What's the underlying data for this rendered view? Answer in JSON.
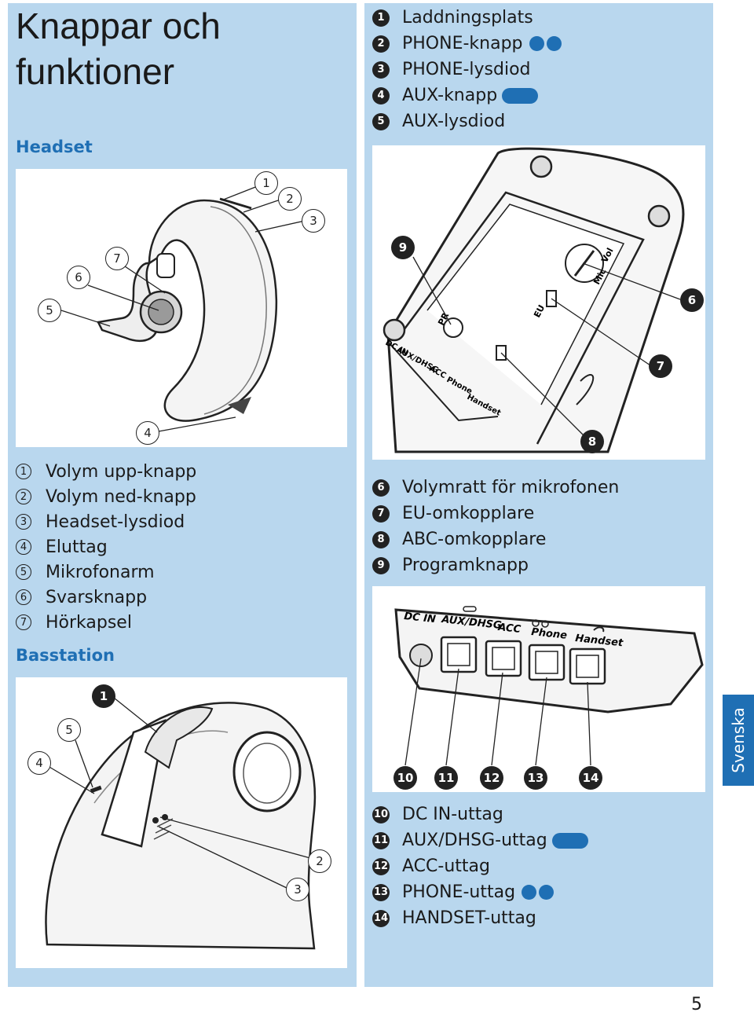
{
  "title_line1": "Knappar och",
  "title_line2": "funktioner",
  "headset_heading": "Headset",
  "basstation_heading": "Basstation",
  "language_tab": "Svenska",
  "page_number": "5",
  "headset_items": [
    {
      "num": "1",
      "label": "Volym upp-knapp"
    },
    {
      "num": "2",
      "label": "Volym ned-knapp"
    },
    {
      "num": "3",
      "label": "Headset-lysdiod"
    },
    {
      "num": "4",
      "label": "Eluttag"
    },
    {
      "num": "5",
      "label": "Mikrofonarm"
    },
    {
      "num": "6",
      "label": "Svarsknapp"
    },
    {
      "num": "7",
      "label": "Hörkapsel"
    }
  ],
  "base_top_items": [
    {
      "num": "1",
      "label": "Laddningsplats"
    },
    {
      "num": "2",
      "label": "PHONE-knapp"
    },
    {
      "num": "3",
      "label": "PHONE-lysdiod"
    },
    {
      "num": "4",
      "label": "AUX-knapp"
    },
    {
      "num": "5",
      "label": "AUX-lysdiod"
    }
  ],
  "base_bottom_items": [
    {
      "num": "6",
      "label": "Volymratt för mikrofonen"
    },
    {
      "num": "7",
      "label": "EU-omkopplare"
    },
    {
      "num": "8",
      "label": "ABC-omkopplare"
    },
    {
      "num": "9",
      "label": "Programknapp"
    }
  ],
  "jack_items": [
    {
      "num": "10",
      "label": "DC IN-uttag"
    },
    {
      "num": "11",
      "label": "AUX/DHSG-uttag"
    },
    {
      "num": "12",
      "label": "ACC-uttag"
    },
    {
      "num": "13",
      "label": "PHONE-uttag"
    },
    {
      "num": "14",
      "label": "HANDSET-uttag"
    }
  ],
  "headset_callouts": [
    "1",
    "2",
    "3",
    "4",
    "5",
    "6",
    "7"
  ],
  "base_front_callouts": [
    "1",
    "2",
    "3",
    "4",
    "5"
  ],
  "base_bottom_callouts": [
    "6",
    "7",
    "8",
    "9"
  ],
  "jack_callouts": [
    "10",
    "11",
    "12",
    "13",
    "14"
  ],
  "bottom_view_labels": {
    "dc_in": "DC IN",
    "aux": "AUX/DHSG",
    "acc": "ACC",
    "phone": "Phone",
    "handset": "Handset",
    "mic": "Mic",
    "vol": "Vol",
    "eu": "EU",
    "pr": "PR"
  },
  "jack_view_labels": {
    "dc_in": "DC IN",
    "aux": "AUX/DHSG",
    "acc": "ACC",
    "phone": "Phone",
    "handset": "Handset"
  },
  "colors": {
    "panel": "#b9d7ee",
    "accent": "#1f6fb4"
  }
}
